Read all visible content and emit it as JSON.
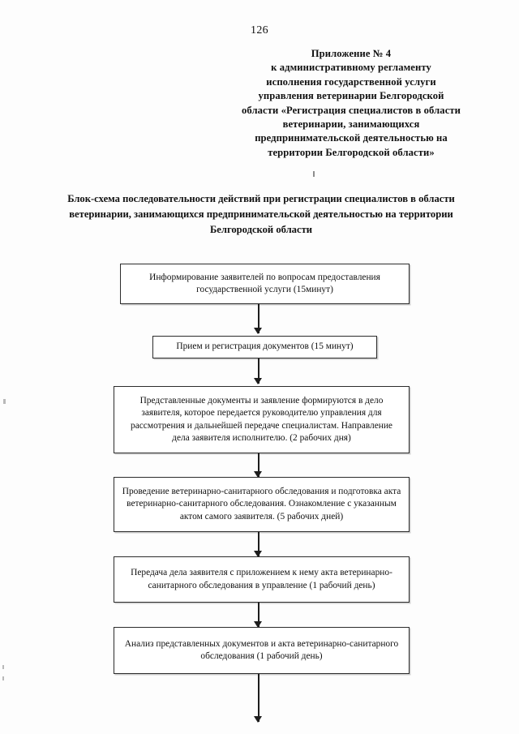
{
  "page": {
    "number": "126"
  },
  "appendix_header": {
    "lines": [
      "Приложение № 4",
      "к административному регламенту",
      "исполнения государственной услуги",
      "управления ветеринарии Белгородской",
      "области «Регистрация специалистов в области",
      "ветеринарии, занимающихся",
      "предпринимательской деятельностью на",
      "территории Белгородской области»"
    ]
  },
  "document_title": {
    "text": "Блок-схема последовательности действий при регистрации специалистов в области ветеринарии, занимающихся предпринимательской деятельностью на территории Белгородской области"
  },
  "flowchart": {
    "steps": [
      {
        "id": "step-1",
        "text": "Информирование заявителей по вопросам предоставления государственной услуги (15минут)",
        "duration": "15минут"
      },
      {
        "id": "step-2",
        "text": "Прием и регистрация документов (15 минут)",
        "duration": "15 минут"
      },
      {
        "id": "step-3",
        "text": "Представленные документы и заявление формируются в дело заявителя, которое передается руководителю управления для рассмотрения и дальнейшей передаче специалистам. Направление дела заявителя исполнителю. (2 рабочих дня)",
        "duration": "2 рабочих дня"
      },
      {
        "id": "step-4",
        "text": "Проведение ветеринарно-санитарного обследования и подготовка акта ветеринарно-санитарного обследования. Ознакомление с указанным актом самого заявителя. (5 рабочих дней)",
        "duration": "5 рабочих дней"
      },
      {
        "id": "step-5",
        "text": "Передача дела заявителя с приложением к нему акта ветеринарно-санитарного обследования в управление (1 рабочий день)",
        "duration": "1 рабочий день"
      },
      {
        "id": "step-6",
        "text": "Анализ представленных документов и акта ветеринарно-санитарного обследования (1 рабочий день)",
        "duration": "1 рабочий день"
      }
    ],
    "connector_count": 6
  }
}
